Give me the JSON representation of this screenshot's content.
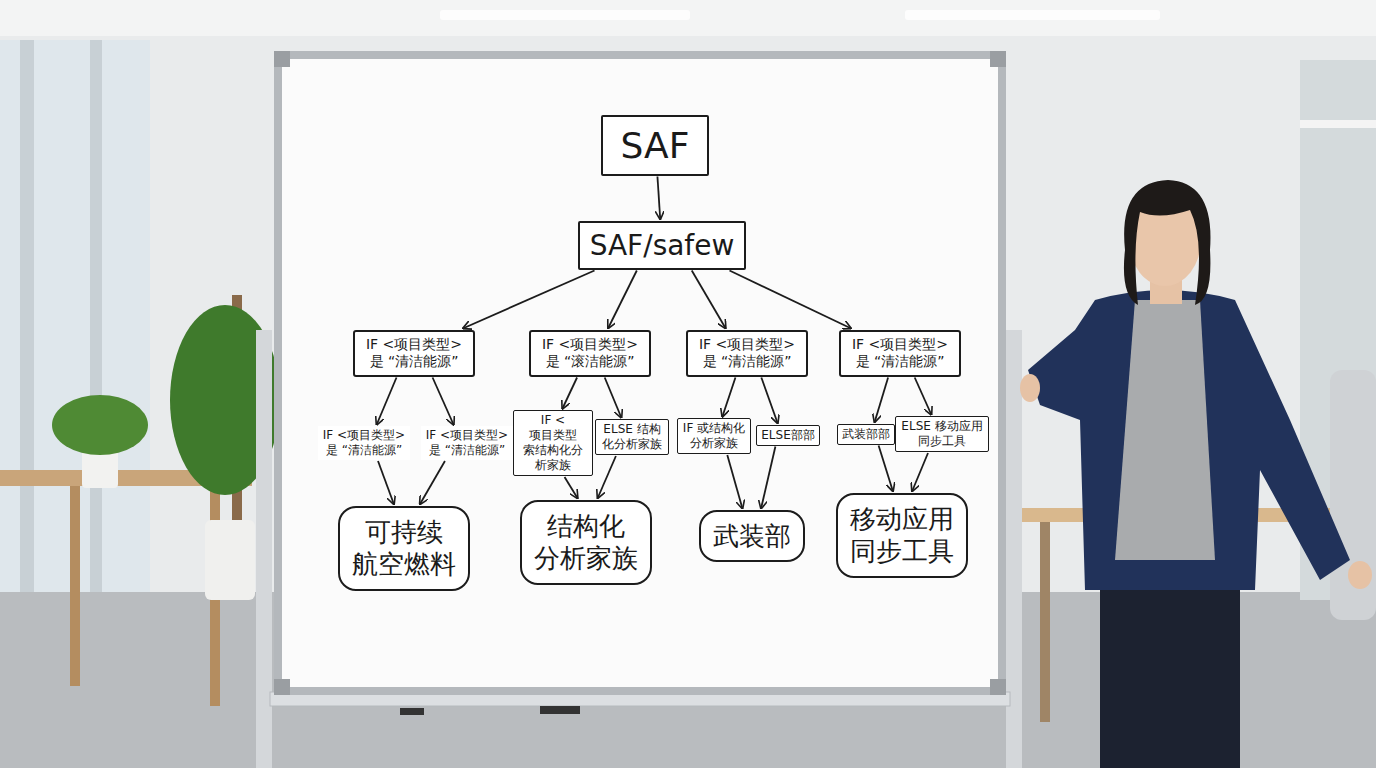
{
  "diagram": {
    "nodes": [
      {
        "text": [
          "SAF"
        ]
      },
      {
        "text": [
          "SAF/safew"
        ]
      },
      {
        "text": [
          "IF <项目类型> 是 “清洁能源”"
        ]
      },
      {
        "text": [
          "IF <项目类型> 是 “滚洁能源”"
        ]
      },
      {
        "text": [
          "IF <项目类型> 是 “清洁能源”"
        ]
      },
      {
        "text": [
          "IF <项目类型> 是 “清洁能源”"
        ]
      },
      {
        "text": [
          "IF <项目类型> 是 “清洁能源”"
        ]
      },
      {
        "text": [
          "IF <项目类型> 是 “清洁能源”"
        ]
      },
      {
        "text": [
          "IF <项目类型 索结构化分 析家族"
        ]
      },
      {
        "text": [
          "ELSE 结构 化分析家族"
        ]
      },
      {
        "text": [
          "IF 或结构化 分析家族"
        ]
      },
      {
        "text": [
          "ELSE部部"
        ]
      },
      {
        "text": [
          "武装部部"
        ]
      },
      {
        "text": [
          "ELSE 移动应用 同步工具"
        ]
      },
      {
        "text": [
          "可持续 航空燃料"
        ]
      },
      {
        "text": [
          "结构化 分析家族"
        ]
      },
      {
        "text": [
          "武装部"
        ]
      },
      {
        "text": [
          "移动应用 同步工具"
        ]
      }
    ],
    "edges": [
      {
        "from": 0,
        "to": 1,
        "arrow": "to"
      },
      {
        "from": 1,
        "to": 2,
        "arrow": "to"
      },
      {
        "from": 1,
        "to": 3,
        "arrow": "to"
      },
      {
        "from": 1,
        "to": 4,
        "arrow": "to"
      },
      {
        "from": 1,
        "to": 5,
        "arrow": "to"
      },
      {
        "from": 2,
        "to": 6,
        "arrow": "to"
      },
      {
        "from": 2,
        "to": 7,
        "arrow": "to"
      },
      {
        "from": 3,
        "to": 8,
        "arrow": "to"
      },
      {
        "from": 3,
        "to": 9,
        "arrow": "to"
      },
      {
        "from": 4,
        "to": 10,
        "arrow": "to"
      },
      {
        "from": 4,
        "to": 11,
        "arrow": "to"
      },
      {
        "from": 5,
        "to": 12,
        "arrow": "to"
      },
      {
        "from": 5,
        "to": 13,
        "arrow": "to"
      },
      {
        "from": 6,
        "to": 14,
        "arrow": "to"
      },
      {
        "from": 7,
        "to": 14,
        "arrow": "to"
      },
      {
        "from": 8,
        "to": 15,
        "arrow": "to"
      },
      {
        "from": 9,
        "to": 15,
        "arrow": "to"
      },
      {
        "from": 10,
        "to": 16,
        "arrow": "to"
      },
      {
        "from": 11,
        "to": 16,
        "arrow": "to"
      },
      {
        "from": 12,
        "to": 17,
        "arrow": "to"
      },
      {
        "from": 13,
        "to": 17,
        "arrow": "to"
      }
    ]
  }
}
